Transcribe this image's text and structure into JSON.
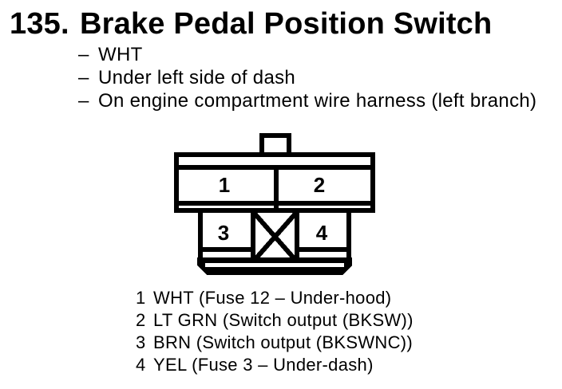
{
  "page": {
    "background": "#ffffff",
    "ink": "#000000"
  },
  "header": {
    "number": "135.",
    "title": "Brake Pedal Position Switch"
  },
  "details": [
    {
      "dash": "–",
      "text": "WHT"
    },
    {
      "dash": "–",
      "text": "Under left side of dash"
    },
    {
      "dash": "–",
      "text": "On engine compartment wire harness (left branch)"
    }
  ],
  "connector": {
    "pin1": "1",
    "pin2": "2",
    "pin3": "3",
    "pin4": "4"
  },
  "pin_list": [
    {
      "pin": "1",
      "desc": "WHT (Fuse 12 – Under-hood)"
    },
    {
      "pin": "2",
      "desc": "LT GRN (Switch output (BKSW))"
    },
    {
      "pin": "3",
      "desc": "BRN (Switch output (BKSWNC))"
    },
    {
      "pin": "4",
      "desc": "YEL (Fuse 3 – Under-dash)"
    }
  ]
}
